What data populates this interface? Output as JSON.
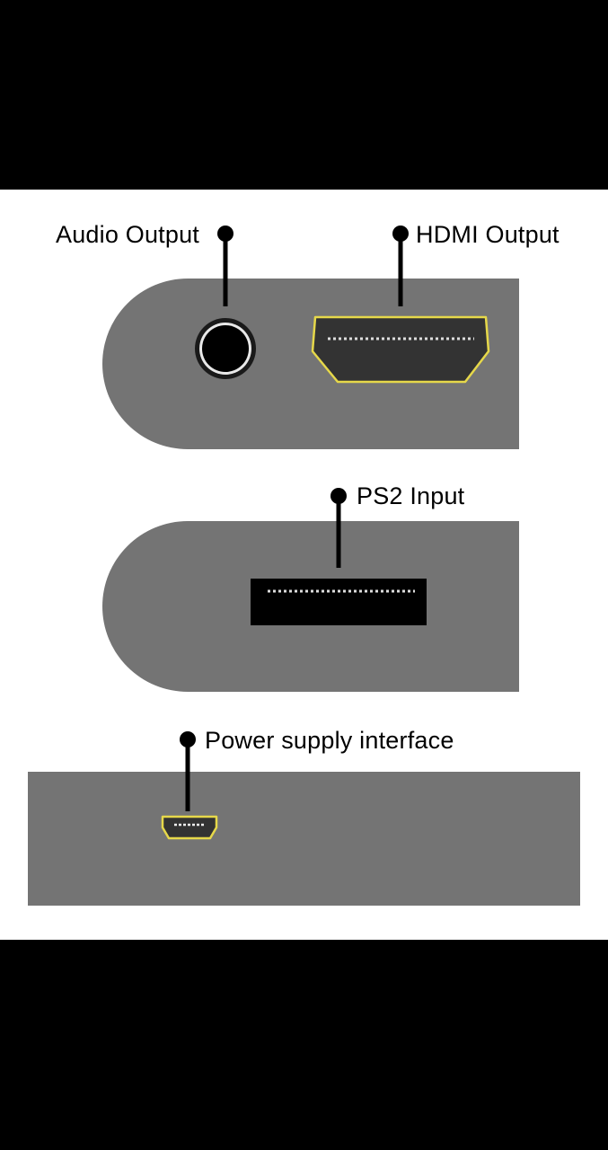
{
  "labels": {
    "audio_output": "Audio Output",
    "hdmi_output": "HDMI Output",
    "ps2_input": "PS2 Input",
    "power_supply": "Power supply interface"
  },
  "colors": {
    "device_body": "#747474",
    "port_dark": "#222222",
    "highlight": "#e6d84a",
    "background": "#ffffff",
    "letterbox": "#000000"
  },
  "icons": [
    "audio-jack-icon",
    "hdmi-port-icon",
    "ps2-port-icon",
    "mini-usb-port-icon"
  ]
}
